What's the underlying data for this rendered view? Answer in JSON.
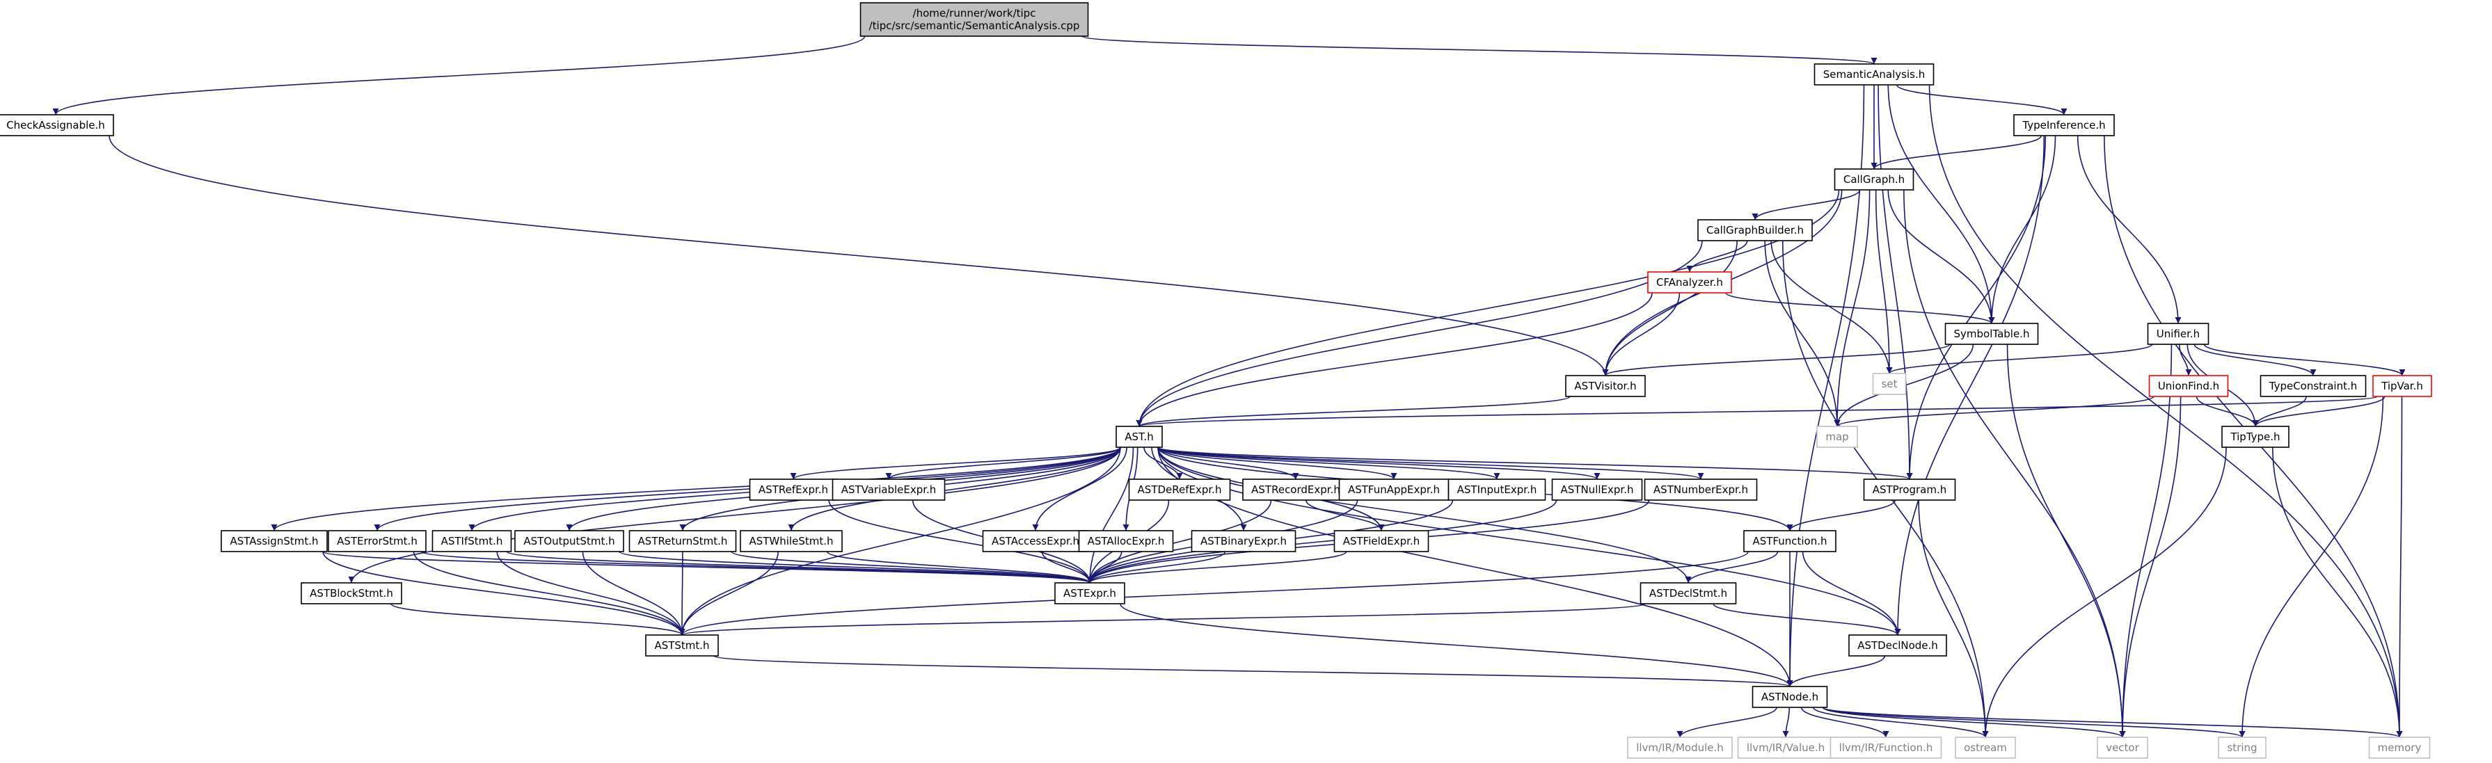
{
  "graph": {
    "nodes": [
      {
        "id": "root",
        "lines": [
          "/home/runner/work/tipc",
          "/tipc/src/semantic/SemanticAnalysis.cpp"
        ],
        "style": "root"
      },
      {
        "id": "SemanticAnalysis",
        "lines": [
          "SemanticAnalysis.h"
        ],
        "style": "normal"
      },
      {
        "id": "CheckAssignable",
        "lines": [
          "CheckAssignable.h"
        ],
        "style": "normal"
      },
      {
        "id": "TypeInference",
        "lines": [
          "TypeInference.h"
        ],
        "style": "normal"
      },
      {
        "id": "CallGraph",
        "lines": [
          "CallGraph.h"
        ],
        "style": "normal"
      },
      {
        "id": "CallGraphBuilder",
        "lines": [
          "CallGraphBuilder.h"
        ],
        "style": "normal"
      },
      {
        "id": "CFAnalyzer",
        "lines": [
          "CFAnalyzer.h"
        ],
        "style": "red"
      },
      {
        "id": "SymbolTable",
        "lines": [
          "SymbolTable.h"
        ],
        "style": "normal"
      },
      {
        "id": "Unifier",
        "lines": [
          "Unifier.h"
        ],
        "style": "normal"
      },
      {
        "id": "ASTVisitor",
        "lines": [
          "ASTVisitor.h"
        ],
        "style": "normal"
      },
      {
        "id": "set",
        "lines": [
          "set"
        ],
        "style": "ext"
      },
      {
        "id": "UnionFind",
        "lines": [
          "UnionFind.h"
        ],
        "style": "red"
      },
      {
        "id": "TypeConstraint",
        "lines": [
          "TypeConstraint.h"
        ],
        "style": "normal"
      },
      {
        "id": "TipVar",
        "lines": [
          "TipVar.h"
        ],
        "style": "red"
      },
      {
        "id": "AST",
        "lines": [
          "AST.h"
        ],
        "style": "normal"
      },
      {
        "id": "map",
        "lines": [
          "map"
        ],
        "style": "ext"
      },
      {
        "id": "TipType",
        "lines": [
          "TipType.h"
        ],
        "style": "normal"
      },
      {
        "id": "ASTRefExpr",
        "lines": [
          "ASTRefExpr.h"
        ],
        "style": "normal"
      },
      {
        "id": "ASTVariableExpr",
        "lines": [
          "ASTVariableExpr.h"
        ],
        "style": "normal"
      },
      {
        "id": "ASTDeRefExpr",
        "lines": [
          "ASTDeRefExpr.h"
        ],
        "style": "normal"
      },
      {
        "id": "ASTRecordExpr",
        "lines": [
          "ASTRecordExpr.h"
        ],
        "style": "normal"
      },
      {
        "id": "ASTFunAppExpr",
        "lines": [
          "ASTFunAppExpr.h"
        ],
        "style": "normal"
      },
      {
        "id": "ASTInputExpr",
        "lines": [
          "ASTInputExpr.h"
        ],
        "style": "normal"
      },
      {
        "id": "ASTNullExpr",
        "lines": [
          "ASTNullExpr.h"
        ],
        "style": "normal"
      },
      {
        "id": "ASTNumberExpr",
        "lines": [
          "ASTNumberExpr.h"
        ],
        "style": "normal"
      },
      {
        "id": "ASTProgram",
        "lines": [
          "ASTProgram.h"
        ],
        "style": "normal"
      },
      {
        "id": "ASTAssignStmt",
        "lines": [
          "ASTAssignStmt.h"
        ],
        "style": "normal"
      },
      {
        "id": "ASTErrorStmt",
        "lines": [
          "ASTErrorStmt.h"
        ],
        "style": "normal"
      },
      {
        "id": "ASTIfStmt",
        "lines": [
          "ASTIfStmt.h"
        ],
        "style": "normal"
      },
      {
        "id": "ASTOutputStmt",
        "lines": [
          "ASTOutputStmt.h"
        ],
        "style": "normal"
      },
      {
        "id": "ASTReturnStmt",
        "lines": [
          "ASTReturnStmt.h"
        ],
        "style": "normal"
      },
      {
        "id": "ASTWhileStmt",
        "lines": [
          "ASTWhileStmt.h"
        ],
        "style": "normal"
      },
      {
        "id": "ASTAccessExpr",
        "lines": [
          "ASTAccessExpr.h"
        ],
        "style": "normal"
      },
      {
        "id": "ASTAllocExpr",
        "lines": [
          "ASTAllocExpr.h"
        ],
        "style": "normal"
      },
      {
        "id": "ASTBinaryExpr",
        "lines": [
          "ASTBinaryExpr.h"
        ],
        "style": "normal"
      },
      {
        "id": "ASTFieldExpr",
        "lines": [
          "ASTFieldExpr.h"
        ],
        "style": "normal"
      },
      {
        "id": "ASTFunction",
        "lines": [
          "ASTFunction.h"
        ],
        "style": "normal"
      },
      {
        "id": "ASTBlockStmt",
        "lines": [
          "ASTBlockStmt.h"
        ],
        "style": "normal"
      },
      {
        "id": "ASTExpr",
        "lines": [
          "ASTExpr.h"
        ],
        "style": "normal"
      },
      {
        "id": "ASTDeclStmt",
        "lines": [
          "ASTDeclStmt.h"
        ],
        "style": "normal"
      },
      {
        "id": "ASTStmt",
        "lines": [
          "ASTStmt.h"
        ],
        "style": "normal"
      },
      {
        "id": "ASTDeclNode",
        "lines": [
          "ASTDeclNode.h"
        ],
        "style": "normal"
      },
      {
        "id": "ASTNode",
        "lines": [
          "ASTNode.h"
        ],
        "style": "normal"
      },
      {
        "id": "llvmModule",
        "lines": [
          "llvm/IR/Module.h"
        ],
        "style": "ext"
      },
      {
        "id": "llvmValue",
        "lines": [
          "llvm/IR/Value.h"
        ],
        "style": "ext"
      },
      {
        "id": "llvmFunction",
        "lines": [
          "llvm/IR/Function.h"
        ],
        "style": "ext"
      },
      {
        "id": "ostream",
        "lines": [
          "ostream"
        ],
        "style": "ext"
      },
      {
        "id": "vector",
        "lines": [
          "vector"
        ],
        "style": "ext"
      },
      {
        "id": "string",
        "lines": [
          "string"
        ],
        "style": "ext"
      },
      {
        "id": "memory",
        "lines": [
          "memory"
        ],
        "style": "ext"
      }
    ],
    "edges": [
      [
        "root",
        "CheckAssignable"
      ],
      [
        "root",
        "SemanticAnalysis"
      ],
      [
        "SemanticAnalysis",
        "TypeInference"
      ],
      [
        "SemanticAnalysis",
        "CallGraph"
      ],
      [
        "SemanticAnalysis",
        "SymbolTable"
      ],
      [
        "SemanticAnalysis",
        "ASTProgram"
      ],
      [
        "SemanticAnalysis",
        "memory"
      ],
      [
        "SemanticAnalysis",
        "ASTNode"
      ],
      [
        "CheckAssignable",
        "ASTVisitor"
      ],
      [
        "TypeInference",
        "CallGraph"
      ],
      [
        "TypeInference",
        "SymbolTable"
      ],
      [
        "TypeInference",
        "Unifier"
      ],
      [
        "TypeInference",
        "ASTProgram"
      ],
      [
        "TypeInference",
        "ASTDeclNode"
      ],
      [
        "TypeInference",
        "memory"
      ],
      [
        "CallGraph",
        "CallGraphBuilder"
      ],
      [
        "CallGraph",
        "ASTVisitor"
      ],
      [
        "CallGraph",
        "AST"
      ],
      [
        "CallGraph",
        "SymbolTable"
      ],
      [
        "CallGraph",
        "set"
      ],
      [
        "CallGraph",
        "map"
      ],
      [
        "CallGraph",
        "vector"
      ],
      [
        "CallGraphBuilder",
        "CFAnalyzer"
      ],
      [
        "CallGraphBuilder",
        "ASTVisitor"
      ],
      [
        "CallGraphBuilder",
        "AST"
      ],
      [
        "CallGraphBuilder",
        "set"
      ],
      [
        "CallGraphBuilder",
        "map"
      ],
      [
        "CallGraphBuilder",
        "ostream"
      ],
      [
        "CFAnalyzer",
        "SymbolTable"
      ],
      [
        "CFAnalyzer",
        "ASTVisitor"
      ],
      [
        "CFAnalyzer",
        "AST"
      ],
      [
        "SymbolTable",
        "ASTVisitor"
      ],
      [
        "SymbolTable",
        "map"
      ],
      [
        "SymbolTable",
        "vector"
      ],
      [
        "Unifier",
        "set"
      ],
      [
        "Unifier",
        "UnionFind"
      ],
      [
        "Unifier",
        "TypeConstraint"
      ],
      [
        "Unifier",
        "TipVar"
      ],
      [
        "Unifier",
        "TipType"
      ],
      [
        "Unifier",
        "vector"
      ],
      [
        "ASTVisitor",
        "AST"
      ],
      [
        "UnionFind",
        "map"
      ],
      [
        "UnionFind",
        "TipType"
      ],
      [
        "UnionFind",
        "vector"
      ],
      [
        "TypeConstraint",
        "TipType"
      ],
      [
        "TipVar",
        "TipType"
      ],
      [
        "TipVar",
        "AST"
      ],
      [
        "TipVar",
        "string"
      ],
      [
        "TipVar",
        "memory"
      ],
      [
        "TipType",
        "ostream"
      ],
      [
        "TipType",
        "memory"
      ],
      [
        "AST",
        "ASTRefExpr"
      ],
      [
        "AST",
        "ASTVariableExpr"
      ],
      [
        "AST",
        "ASTDeRefExpr"
      ],
      [
        "AST",
        "ASTRecordExpr"
      ],
      [
        "AST",
        "ASTFunAppExpr"
      ],
      [
        "AST",
        "ASTInputExpr"
      ],
      [
        "AST",
        "ASTNullExpr"
      ],
      [
        "AST",
        "ASTNumberExpr"
      ],
      [
        "AST",
        "ASTProgram"
      ],
      [
        "AST",
        "ASTAssignStmt"
      ],
      [
        "AST",
        "ASTErrorStmt"
      ],
      [
        "AST",
        "ASTIfStmt"
      ],
      [
        "AST",
        "ASTOutputStmt"
      ],
      [
        "AST",
        "ASTReturnStmt"
      ],
      [
        "AST",
        "ASTWhileStmt"
      ],
      [
        "AST",
        "ASTAccessExpr"
      ],
      [
        "AST",
        "ASTAllocExpr"
      ],
      [
        "AST",
        "ASTBinaryExpr"
      ],
      [
        "AST",
        "ASTFieldExpr"
      ],
      [
        "AST",
        "ASTFunction"
      ],
      [
        "AST",
        "ASTBlockStmt"
      ],
      [
        "AST",
        "ASTExpr"
      ],
      [
        "AST",
        "ASTDeclStmt"
      ],
      [
        "AST",
        "ASTStmt"
      ],
      [
        "AST",
        "ASTDeclNode"
      ],
      [
        "AST",
        "ASTNode"
      ],
      [
        "ASTRefExpr",
        "ASTExpr"
      ],
      [
        "ASTVariableExpr",
        "ASTExpr"
      ],
      [
        "ASTDeRefExpr",
        "ASTExpr"
      ],
      [
        "ASTRecordExpr",
        "ASTFieldExpr"
      ],
      [
        "ASTRecordExpr",
        "ASTExpr"
      ],
      [
        "ASTFunAppExpr",
        "ASTExpr"
      ],
      [
        "ASTInputExpr",
        "ASTExpr"
      ],
      [
        "ASTNullExpr",
        "ASTExpr"
      ],
      [
        "ASTNumberExpr",
        "ASTExpr"
      ],
      [
        "ASTProgram",
        "ASTFunction"
      ],
      [
        "ASTProgram",
        "ostream"
      ],
      [
        "ASTAssignStmt",
        "ASTExpr"
      ],
      [
        "ASTAssignStmt",
        "ASTStmt"
      ],
      [
        "ASTErrorStmt",
        "ASTExpr"
      ],
      [
        "ASTErrorStmt",
        "ASTStmt"
      ],
      [
        "ASTIfStmt",
        "ASTExpr"
      ],
      [
        "ASTIfStmt",
        "ASTStmt"
      ],
      [
        "ASTOutputStmt",
        "ASTExpr"
      ],
      [
        "ASTOutputStmt",
        "ASTStmt"
      ],
      [
        "ASTReturnStmt",
        "ASTExpr"
      ],
      [
        "ASTReturnStmt",
        "ASTStmt"
      ],
      [
        "ASTWhileStmt",
        "ASTExpr"
      ],
      [
        "ASTWhileStmt",
        "ASTStmt"
      ],
      [
        "ASTAccessExpr",
        "ASTExpr"
      ],
      [
        "ASTAllocExpr",
        "ASTExpr"
      ],
      [
        "ASTBinaryExpr",
        "ASTExpr"
      ],
      [
        "ASTFieldExpr",
        "ASTExpr"
      ],
      [
        "ASTFunction",
        "ASTDeclStmt"
      ],
      [
        "ASTFunction",
        "ASTDeclNode"
      ],
      [
        "ASTFunction",
        "ASTStmt"
      ],
      [
        "ASTFunction",
        "ASTNode"
      ],
      [
        "ASTBlockStmt",
        "ASTStmt"
      ],
      [
        "ASTExpr",
        "ASTNode"
      ],
      [
        "ASTDeclStmt",
        "ASTDeclNode"
      ],
      [
        "ASTDeclStmt",
        "ASTStmt"
      ],
      [
        "ASTStmt",
        "ASTNode"
      ],
      [
        "ASTDeclNode",
        "ASTNode"
      ],
      [
        "ASTNode",
        "llvmModule"
      ],
      [
        "ASTNode",
        "llvmValue"
      ],
      [
        "ASTNode",
        "llvmFunction"
      ],
      [
        "ASTNode",
        "ostream"
      ],
      [
        "ASTNode",
        "vector"
      ],
      [
        "ASTNode",
        "string"
      ],
      [
        "ASTNode",
        "memory"
      ]
    ]
  },
  "colors": {
    "edge": "#191970",
    "node_border": "#000000",
    "red_border": "#ff0000",
    "ext_border": "#bfbfbf",
    "ext_text": "#7f7f7f",
    "root_fill": "#bfbfbf",
    "node_fill": "#ffffff"
  }
}
